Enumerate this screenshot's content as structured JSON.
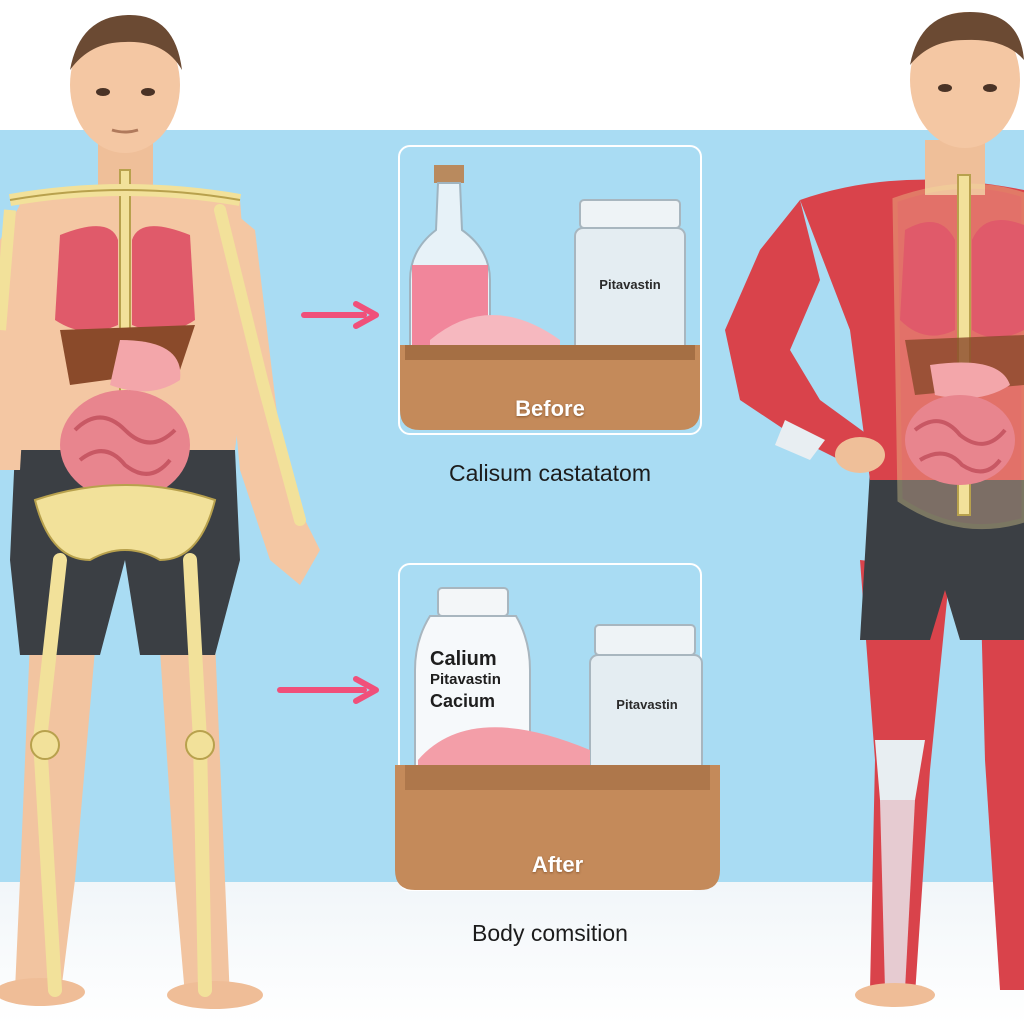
{
  "top_panel": {
    "tray_label": "Before",
    "jar_label": "Pitavastin",
    "caption": "Calisum castatatom"
  },
  "bottom_panel": {
    "tray_label": "After",
    "bottle_lines": [
      "Calium",
      "Pitavastin",
      "Cacium"
    ],
    "jar_label": "Pitavastin",
    "caption": "Body comsition"
  },
  "colors": {
    "background_band": "#a9dcf3",
    "arrow": "#f0507a",
    "tray": "#c48a5a",
    "powder": "#f6b8bf",
    "muscle": "#d9434b",
    "bone": "#f2e19a",
    "shorts": "#3b3f44",
    "skin": "#f4c7a3"
  }
}
